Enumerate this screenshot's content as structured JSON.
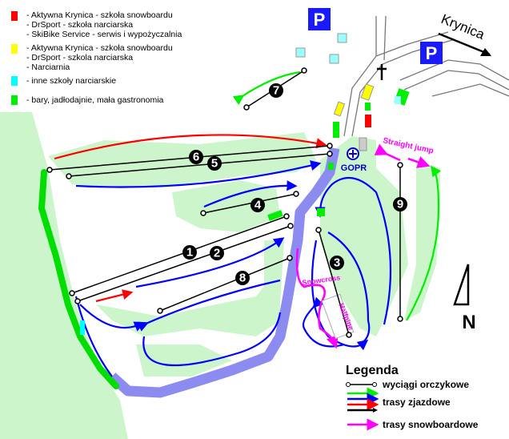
{
  "poi_legend": [
    {
      "color": "#ff0000",
      "lines": [
        "- Aktywna Krynica - szkoła snowboardu",
        "- DrSport - szkoła narciarska",
        "- SkiBike Service - serwis i wypożyczalnia"
      ]
    },
    {
      "color": "#ffff00",
      "lines": [
        "- Aktywna Krynica - szkoła snowboardu",
        "- DrSport -  szkola narciarska",
        "- Narciarnia"
      ]
    },
    {
      "color": "#00ffff",
      "lines": [
        "- inne szkoły narciarskie"
      ]
    },
    {
      "color": "#00ff00",
      "lines": [
        "- bary, jadłodajnie, mała gastronomia"
      ]
    }
  ],
  "legend": {
    "title": "Legenda",
    "lifts": "wyciągi orczykowe",
    "runs": "trasy zjazdowe",
    "snowboard": "trasy snowboardowe",
    "run_colors": [
      "#00ff00",
      "#0000ff",
      "#ff0000",
      "#000000"
    ],
    "snowboard_color": "#ff00ff"
  },
  "labels": {
    "parking": "P",
    "town": "Krynica",
    "rescue": "GOPR",
    "straight_jump": "Straight jump",
    "snowcross": "Snowcross",
    "halfpipe": "Halfpipe",
    "compass": "N"
  },
  "lifts": [
    "1",
    "2",
    "3",
    "4",
    "5",
    "6",
    "7",
    "8",
    "9"
  ]
}
